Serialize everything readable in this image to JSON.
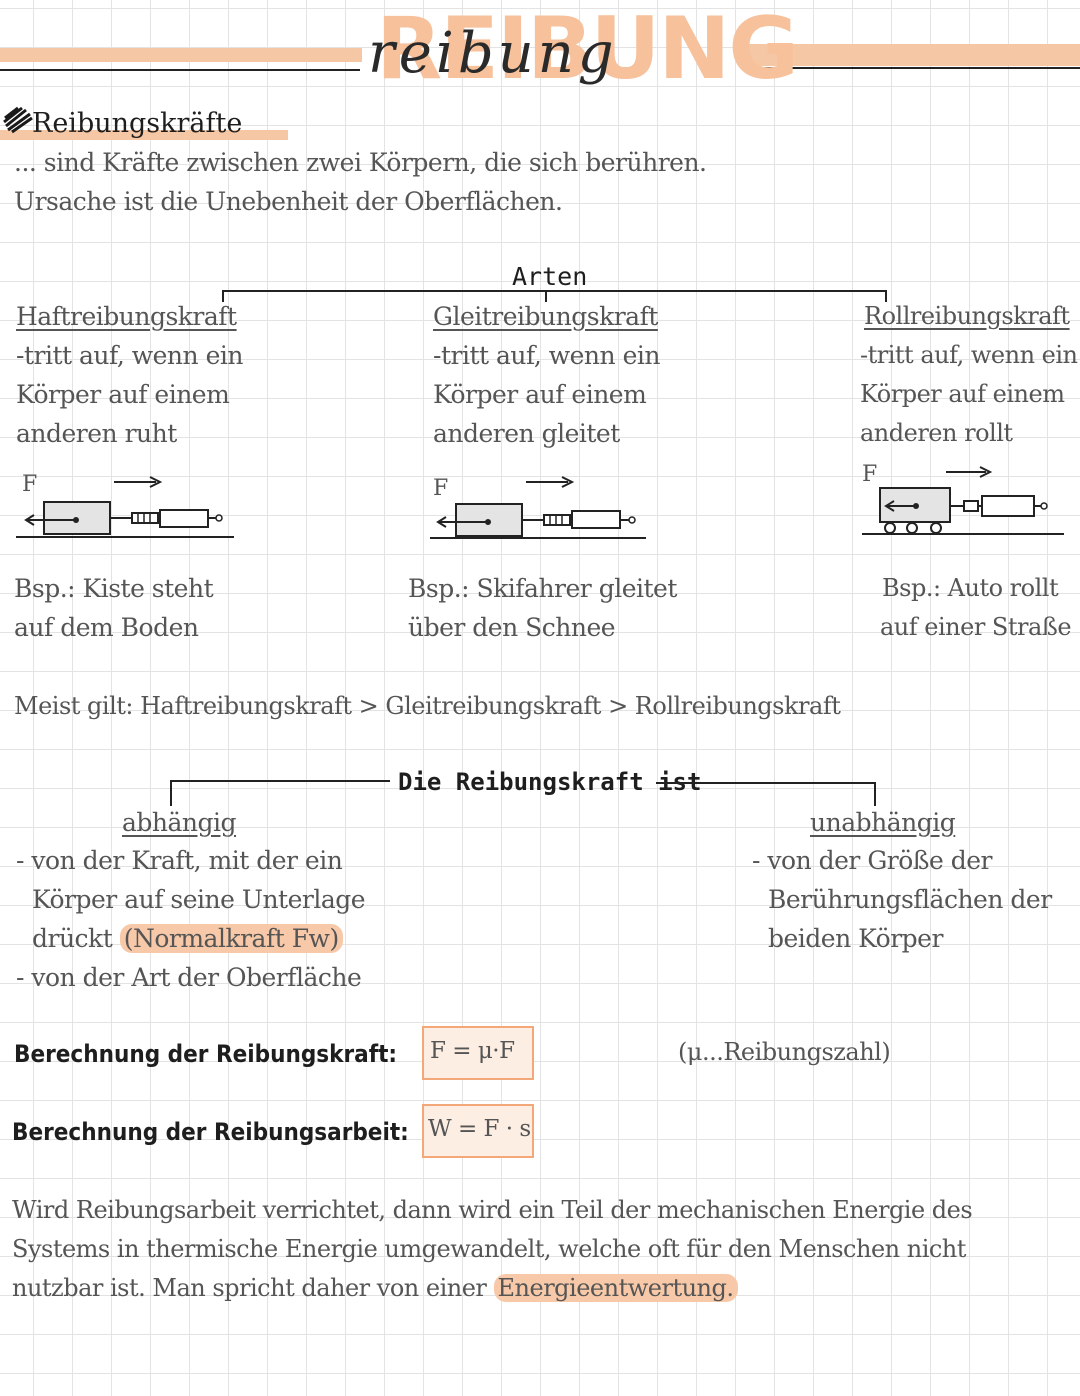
{
  "title": {
    "watermark": "REIBUNG",
    "script": "reibung"
  },
  "section_heading": "Reibungskräfte",
  "intro": [
    "... sind Kräfte zwischen zwei Körpern, die sich berühren.",
    "Ursache ist die Unebenheit der Oberflächen."
  ],
  "types_heading": "Arten",
  "types": [
    {
      "name": "Haftreibungskraft",
      "desc": [
        "-tritt auf, wenn ein",
        "Körper auf einem",
        "anderen ruht"
      ],
      "force_label": "F",
      "example": [
        "Bsp.: Kiste steht",
        "auf dem Boden"
      ]
    },
    {
      "name": "Gleitreibungskraft",
      "desc": [
        "-tritt auf, wenn ein",
        "Körper auf einem",
        "anderen gleitet"
      ],
      "force_label": "F",
      "example": [
        "Bsp.: Skifahrer gleitet",
        "über den Schnee"
      ]
    },
    {
      "name": "Rollreibungskraft",
      "desc": [
        "-tritt auf, wenn ein",
        "Körper auf einem",
        "anderen rollt"
      ],
      "force_label": "F",
      "example": [
        "Bsp.: Auto rollt",
        "auf einer Straße"
      ]
    }
  ],
  "comparison": "Meist gilt: Haftreibungskraft > Gleitreibungskraft > Rollreibungskraft",
  "dependency": {
    "heading": "Die Reibungskraft ist",
    "dependent": {
      "title": "abhängig",
      "line1": "- von der Kraft, mit der ein",
      "line2": "Körper auf seine Unterlage",
      "line3_pre": "drückt",
      "line3_hl": "(Normalkraft Fw)",
      "line4": "- von der Art der Oberfläche"
    },
    "independent": {
      "title": "unabhängig",
      "lines": [
        "- von der Größe der",
        "Berührungsflächen der",
        "beiden Körper"
      ]
    }
  },
  "formulas": {
    "force_label": "Berechnung der Reibungskraft:",
    "force_formula": "F = μ·F",
    "force_note": "(μ...Reibungszahl)",
    "work_label": "Berechnung der Reibungsarbeit:",
    "work_formula": "W = F · s"
  },
  "closing": {
    "line1": "Wird Reibungsarbeit verrichtet, dann wird ein Teil der mechanischen Energie des",
    "line2": "Systems in thermische Energie umgewandelt, welche oft für den Menschen nicht",
    "line3_pre": "nutzbar ist. Man spricht daher von einer",
    "line3_hl": "Energieentwertung."
  },
  "colors": {
    "accent": "#f6c7a4",
    "box_border": "#f2a878"
  }
}
